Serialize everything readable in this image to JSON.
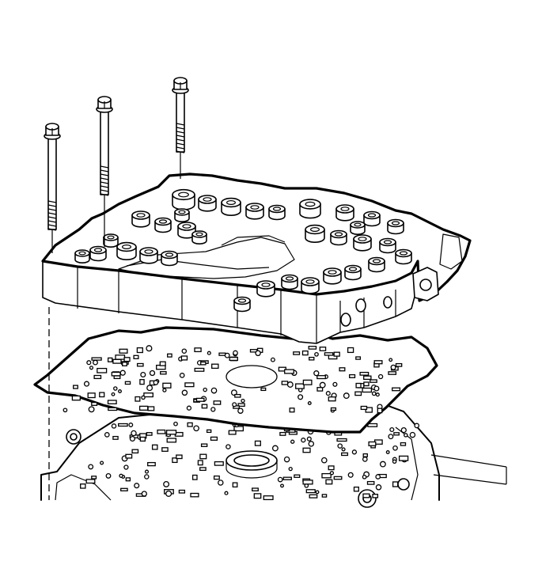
{
  "diagram": {
    "parts": [
      {
        "id": "bolt-1",
        "icon": "bolt-icon"
      },
      {
        "id": "bolt-2",
        "icon": "bolt-icon"
      },
      {
        "id": "bolt-3",
        "icon": "bolt-icon"
      },
      {
        "id": "valve-body",
        "icon": "valve-body-icon"
      },
      {
        "id": "spacer-plate-gasket",
        "icon": "gasket-icon"
      },
      {
        "id": "transmission-case",
        "icon": "case-icon"
      }
    ],
    "colors": {
      "line": "#000000",
      "fill": "#ffffff"
    }
  }
}
